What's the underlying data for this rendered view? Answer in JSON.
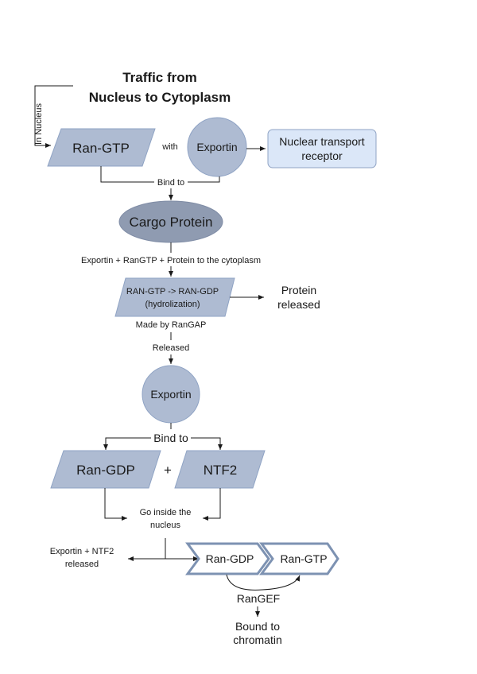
{
  "title": {
    "line1": "Traffic from",
    "line2": "Nucleus to Cytoplasm"
  },
  "colors": {
    "shape_fill": "#aebbd2",
    "shape_stroke": "#8fa3c4",
    "cargo_fill": "#8f9bb1",
    "receptor_fill": "#dbe7f8",
    "receptor_stroke": "#8fa3c4",
    "chevron_stroke": "#7d92b2",
    "line": "#1a1a1a"
  },
  "nodes": {
    "ran_gtp": "Ran-GTP",
    "exportin_top": "Exportin",
    "nuclear_receptor": [
      "Nuclear transport",
      "receptor"
    ],
    "cargo": "Cargo Protein",
    "hydrolysis": [
      "RAN-GTP -> RAN-GDP",
      "(hydrolization)"
    ],
    "protein_released": [
      "Protein",
      "released"
    ],
    "exportin_mid": "Exportin",
    "ran_gdp": "Ran-GDP",
    "ntf2": "NTF2",
    "ran_gdp_chevron": "Ran-GDP",
    "ran_gtp_chevron": "Ran-GTP",
    "bound": [
      "Bound to",
      "chromatin"
    ]
  },
  "labels": {
    "in_nucleus": "In Nucleus",
    "with": "with",
    "bind_to_1": "Bind to",
    "to_cytoplasm": "Exportin + RanGTP + Protein to the cytoplasm",
    "made_by": "Made by RanGAP",
    "released": "Released",
    "bind_to_2": "Bind to",
    "plus": "+",
    "go_inside": [
      "Go inside the",
      "nucleus"
    ],
    "exportin_ntf2_released": [
      "Exportin + NTF2",
      "released"
    ],
    "rangef": "RanGEF"
  }
}
